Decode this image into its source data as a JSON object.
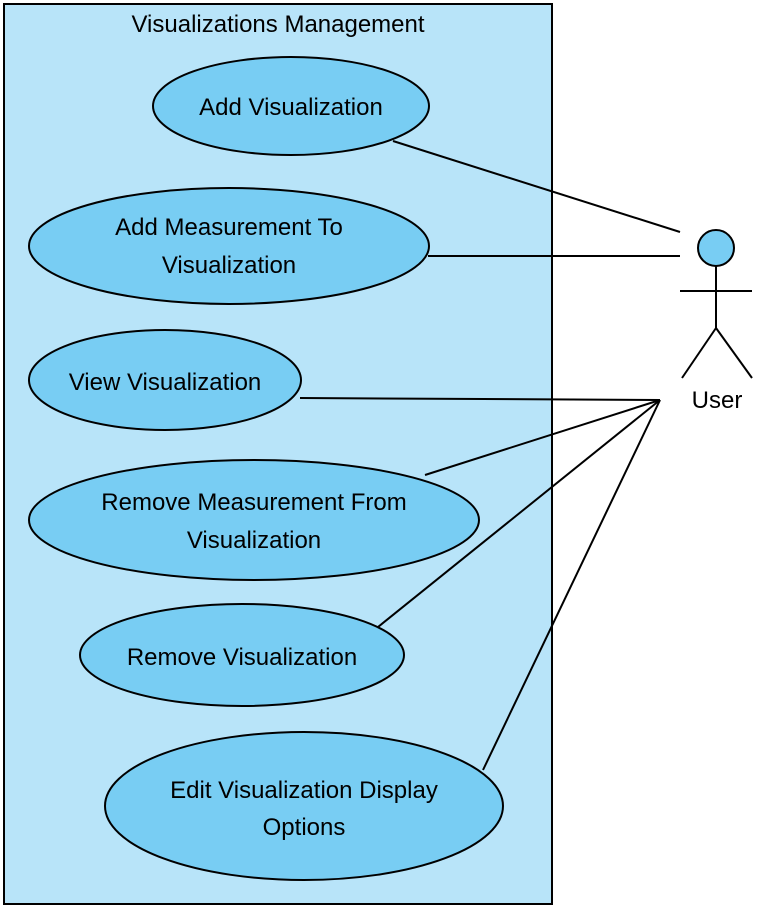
{
  "diagram": {
    "system": {
      "title": "Visualizations Management"
    },
    "actor": {
      "name": "User"
    },
    "use_cases": [
      {
        "lines": [
          "Add Visualization"
        ]
      },
      {
        "lines": [
          "Add Measurement To",
          "Visualization"
        ]
      },
      {
        "lines": [
          "View Visualization"
        ]
      },
      {
        "lines": [
          "Remove Measurement From",
          "Visualization"
        ]
      },
      {
        "lines": [
          "Remove Visualization"
        ]
      },
      {
        "lines": [
          "Edit Visualization Display",
          "Options"
        ]
      }
    ],
    "colors": {
      "system_fill": "#b8e4f9",
      "use_case_fill": "#78cdf3",
      "actor_fill": "#78cdf3",
      "line": "#000000"
    }
  }
}
